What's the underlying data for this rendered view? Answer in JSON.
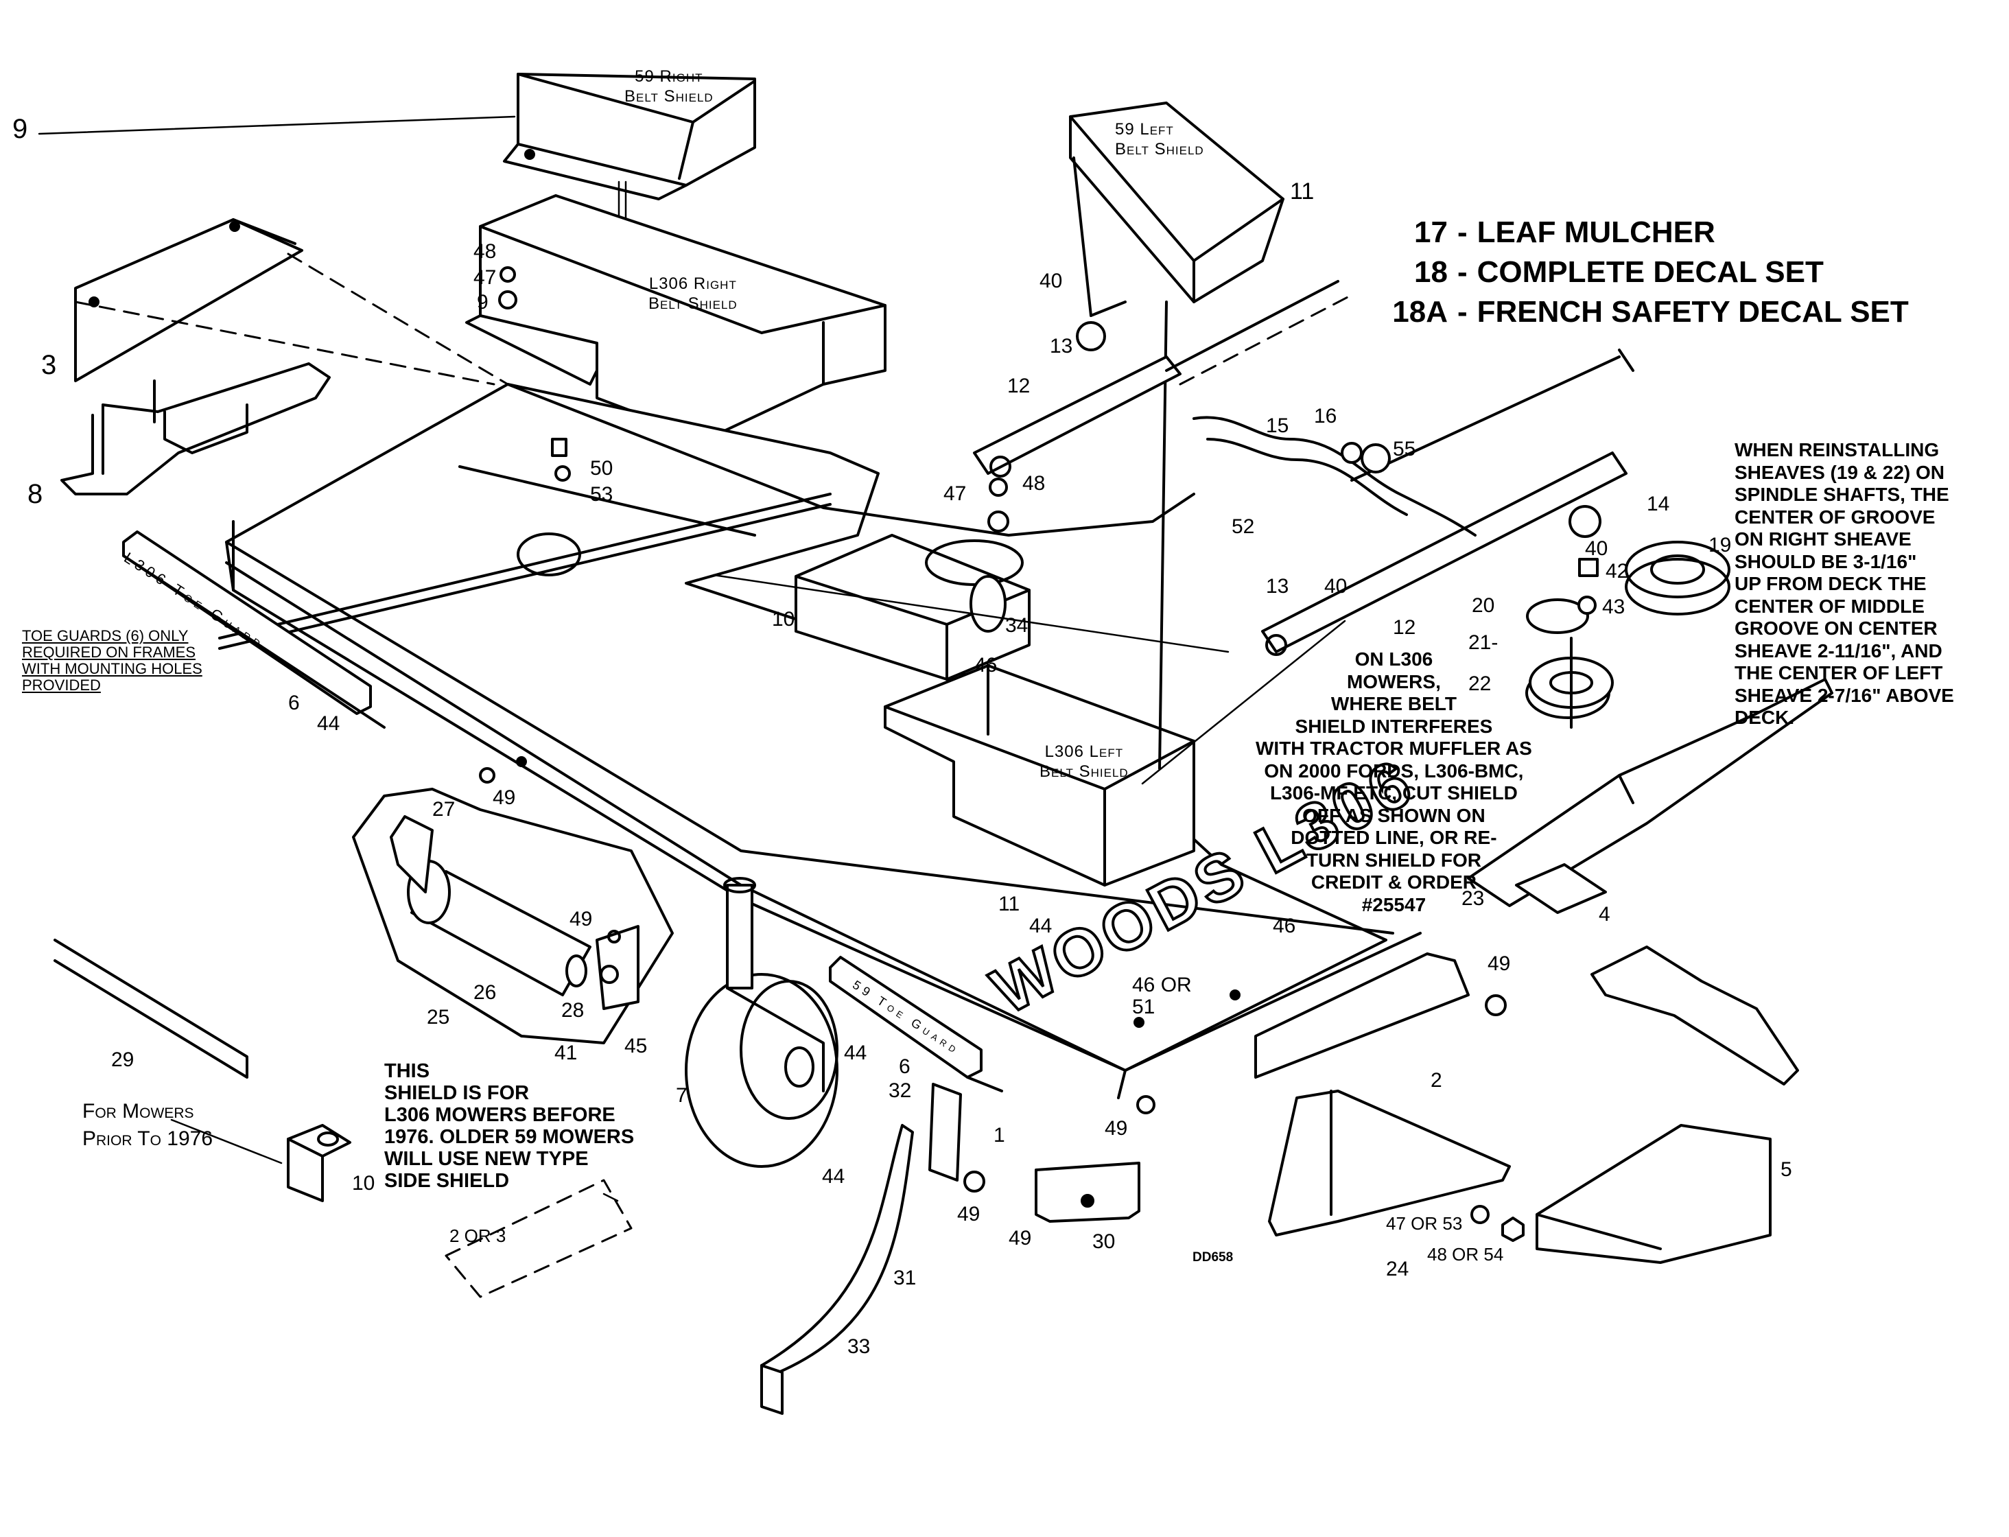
{
  "drawing": {
    "id": "DD658",
    "decal_text": "WOODS L306"
  },
  "legend": [
    {
      "num": "17",
      "sep": "-",
      "label": "LEAF MULCHER"
    },
    {
      "num": "18",
      "sep": "-",
      "label": "COMPLETE DECAL SET"
    },
    {
      "num": "18A",
      "sep": "-",
      "label": "FRENCH SAFETY DECAL SET"
    }
  ],
  "part_labels": {
    "right_59_shield": "59 Right\nBelt Shield",
    "left_59_shield": "59 Left\nBelt Shield",
    "right_l306_shield": "L306 Right\nBelt Shield",
    "left_l306_shield": "L306 Left\nBelt Shield",
    "l306_toe_guard": "L306 Toe Guard",
    "toe_guard_59": "59 Toe Guard"
  },
  "notes": {
    "sheave_note": "WHEN REINSTALLING\nSHEAVES (19 & 22) ON\nSPINDLE SHAFTS, THE\nCENTER OF GROOVE\nON RIGHT SHEAVE\nSHOULD BE 3-1/16\"\nUP FROM DECK THE\nCENTER OF MIDDLE\nGROOVE ON CENTER\nSHEAVE 2-11/16\", AND\nTHE CENTER OF LEFT\nSHEAVE 2-7/16\" ABOVE\nDECK.",
    "muffler_note": "ON L306\nMOWERS,\nWHERE BELT\nSHIELD INTERFERES\nWITH TRACTOR MUFFLER AS\nON 2000 FORDS, L306-BMC,\nL306-MF ETC, CUT SHIELD\nOFF AS SHOWN ON\nDOTTED LINE, OR RE-\nTURN SHIELD FOR\nCREDIT & ORDER\n#25547",
    "toe_guard_note": "TOE GUARDS (6) ONLY\nREQUIRED ON FRAMES\nWITH MOUNTING HOLES\nPROVIDED",
    "side_shield_note": "THIS\nSHIELD IS FOR\nL306 MOWERS BEFORE\n1976. OLDER 59 MOWERS\nWILL USE NEW TYPE\nSIDE SHIELD",
    "prior_1976_note": "For Mowers\nPrior To 1976"
  },
  "callouts": [
    {
      "id": "c9a",
      "text": "9"
    },
    {
      "id": "c3",
      "text": "3"
    },
    {
      "id": "c8",
      "text": "8"
    },
    {
      "id": "c48a",
      "text": "48"
    },
    {
      "id": "c47a",
      "text": "47"
    },
    {
      "id": "c9b",
      "text": "9"
    },
    {
      "id": "c50",
      "text": "50"
    },
    {
      "id": "c53",
      "text": "53"
    },
    {
      "id": "c11a",
      "text": "11"
    },
    {
      "id": "c40a",
      "text": "40"
    },
    {
      "id": "c13a",
      "text": "13"
    },
    {
      "id": "c12a",
      "text": "12"
    },
    {
      "id": "c15",
      "text": "15"
    },
    {
      "id": "c16",
      "text": "16"
    },
    {
      "id": "c55",
      "text": "55"
    },
    {
      "id": "c47b",
      "text": "47"
    },
    {
      "id": "c48b",
      "text": "48"
    },
    {
      "id": "c52",
      "text": "52"
    },
    {
      "id": "c14",
      "text": "14"
    },
    {
      "id": "c40b",
      "text": "40"
    },
    {
      "id": "c42",
      "text": "42"
    },
    {
      "id": "c43",
      "text": "43"
    },
    {
      "id": "c19",
      "text": "19"
    },
    {
      "id": "c20",
      "text": "20"
    },
    {
      "id": "c21",
      "text": "21-"
    },
    {
      "id": "c22",
      "text": "22"
    },
    {
      "id": "c13b",
      "text": "13"
    },
    {
      "id": "c40c",
      "text": "40"
    },
    {
      "id": "c12b",
      "text": "12"
    },
    {
      "id": "c10a",
      "text": "10"
    },
    {
      "id": "c34",
      "text": "34"
    },
    {
      "id": "c46a",
      "text": "46"
    },
    {
      "id": "c6a",
      "text": "6"
    },
    {
      "id": "c44a",
      "text": "44"
    },
    {
      "id": "c49a",
      "text": "49"
    },
    {
      "id": "c27",
      "text": "27"
    },
    {
      "id": "c26",
      "text": "26"
    },
    {
      "id": "c25",
      "text": "25"
    },
    {
      "id": "c49b",
      "text": "49"
    },
    {
      "id": "c28",
      "text": "28"
    },
    {
      "id": "c41",
      "text": "41"
    },
    {
      "id": "c45",
      "text": "45"
    },
    {
      "id": "c29",
      "text": "29"
    },
    {
      "id": "c10b",
      "text": "10"
    },
    {
      "id": "c2or3",
      "text": "2 OR 3"
    },
    {
      "id": "c7",
      "text": "7"
    },
    {
      "id": "c44b",
      "text": "44"
    },
    {
      "id": "c6b",
      "text": "6"
    },
    {
      "id": "c32",
      "text": "32"
    },
    {
      "id": "c44c",
      "text": "44"
    },
    {
      "id": "c49c",
      "text": "49"
    },
    {
      "id": "c31",
      "text": "31"
    },
    {
      "id": "c33",
      "text": "33"
    },
    {
      "id": "c1",
      "text": "1"
    },
    {
      "id": "c49d",
      "text": "49"
    },
    {
      "id": "c49e",
      "text": "49"
    },
    {
      "id": "c30",
      "text": "30"
    },
    {
      "id": "c11b",
      "text": "11"
    },
    {
      "id": "c44d",
      "text": "44"
    },
    {
      "id": "c46or51",
      "text": "46 OR\n51"
    },
    {
      "id": "c46b",
      "text": "46"
    },
    {
      "id": "c23",
      "text": "23"
    },
    {
      "id": "c4",
      "text": "4"
    },
    {
      "id": "c49f",
      "text": "49"
    },
    {
      "id": "c2",
      "text": "2"
    },
    {
      "id": "c24",
      "text": "24"
    },
    {
      "id": "c47or53",
      "text": "47 OR 53"
    },
    {
      "id": "c48or54",
      "text": "48 OR 54"
    },
    {
      "id": "c5",
      "text": "5"
    }
  ]
}
